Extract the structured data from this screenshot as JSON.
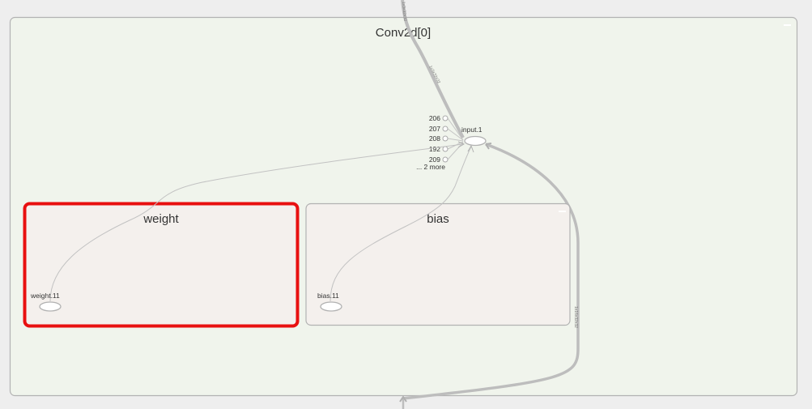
{
  "groups": {
    "outer": {
      "title": "Conv2d[0]"
    },
    "weight": {
      "title": "weight"
    },
    "bias": {
      "title": "bias"
    }
  },
  "nodes": {
    "input": "input.1",
    "weight": "weight.11",
    "bias": "bias.11"
  },
  "inputs": [
    "206",
    "207",
    "208",
    "192",
    "209"
  ],
  "more": "... 2 more",
  "colors": {
    "outer_fill": "#f0f4ec",
    "group_fill": "#f4f0ed",
    "selection": "#e81010",
    "edge": "#b8b8b8"
  }
}
